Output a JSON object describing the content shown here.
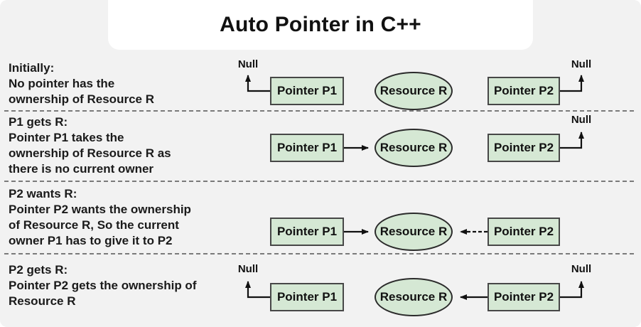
{
  "title": "Auto Pointer in C++",
  "shapes": {
    "pointer_p1": "Pointer P1",
    "resource_r": "Resource R",
    "pointer_p2": "Pointer P2",
    "null_label": "Null"
  },
  "rows": [
    {
      "caption": "Initially:\nNo pointer has the\nownership of Resource R"
    },
    {
      "caption": "P1 gets R:\nPointer P1 takes the\nownership of Resource R as\nthere is no current owner"
    },
    {
      "caption": "P2 wants R:\nPointer P2 wants the ownership\nof Resource R, So the current\nowner P1 has to give it to P2"
    },
    {
      "caption": "P2 gets R:\nPointer P2 gets the ownership of\nResource R"
    }
  ],
  "colors": {
    "background": "#f2f2f2",
    "title_card": "#ffffff",
    "node_fill": "#d5e8d4",
    "node_border": "#474747",
    "ellipse_border": "#2b2b2b",
    "text": "#1a1a1a",
    "arrow": "#111111",
    "separator": "#7a7a7a"
  }
}
